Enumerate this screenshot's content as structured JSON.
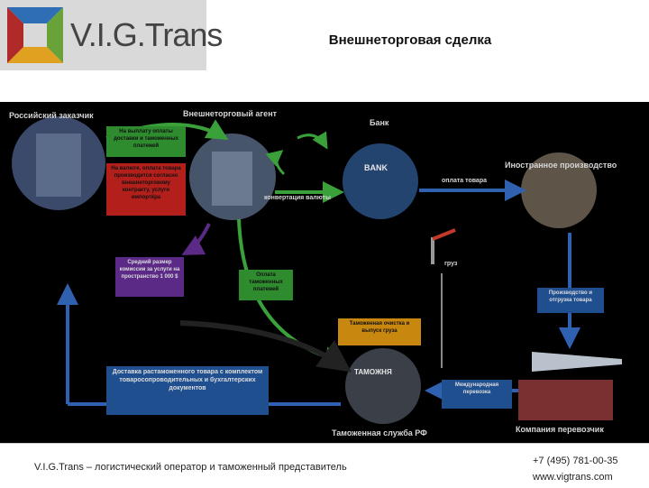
{
  "header": {
    "logo_text": "V.I.G.Trans",
    "title": "Внешнеторговая сделка"
  },
  "diagram": {
    "actors": {
      "customer": "Российский заказчик",
      "agent": "Внешнеторговый агент",
      "bank": "Банк",
      "foreign_production": "Иностранное производство",
      "customs_service": "Таможенная служба РФ",
      "carrier": "Компания перевозчик"
    },
    "arrows": {
      "currency_conversion": "конвертация валюты",
      "goods_payment": "оплата товара",
      "cargo": "груз",
      "bank_sign": "BANK",
      "customs_sign": "ТАМОЖНЯ"
    },
    "boxes": {
      "green_top": "На выплату оплаты доставки и таможенных платежей",
      "red": "На валюте, оплата товара производится согласно внешнеторговому контракту, услуги импортёра",
      "purple": "Средний размер комиссии за услуги на пространство 1 000 $",
      "green_mid": "Оплата таможенных платежей",
      "orange": "Таможенная очистка и выпуск груза",
      "blue_delivery": "Доставка растаможенного товара с комплектом товаросопроводительных и бухгалтерских документов",
      "blue_production": "Производство и отгрузка товара",
      "blue_carriage": "Международная перевозка"
    }
  },
  "footer": {
    "left": "V.I.G.Trans – логистический оператор и таможенный представитель",
    "phone": "+7 (495) 781-00-35",
    "site": "www.vigtrans.com"
  },
  "colors": {
    "green_box": "#2e8b2e",
    "red_box": "#b3201c",
    "purple_box": "#5b2a86",
    "orange_box": "#c8870e",
    "blue_box": "#1f4f8f",
    "arrow_green": "#3aa13a",
    "arrow_blue": "#3060b0"
  }
}
